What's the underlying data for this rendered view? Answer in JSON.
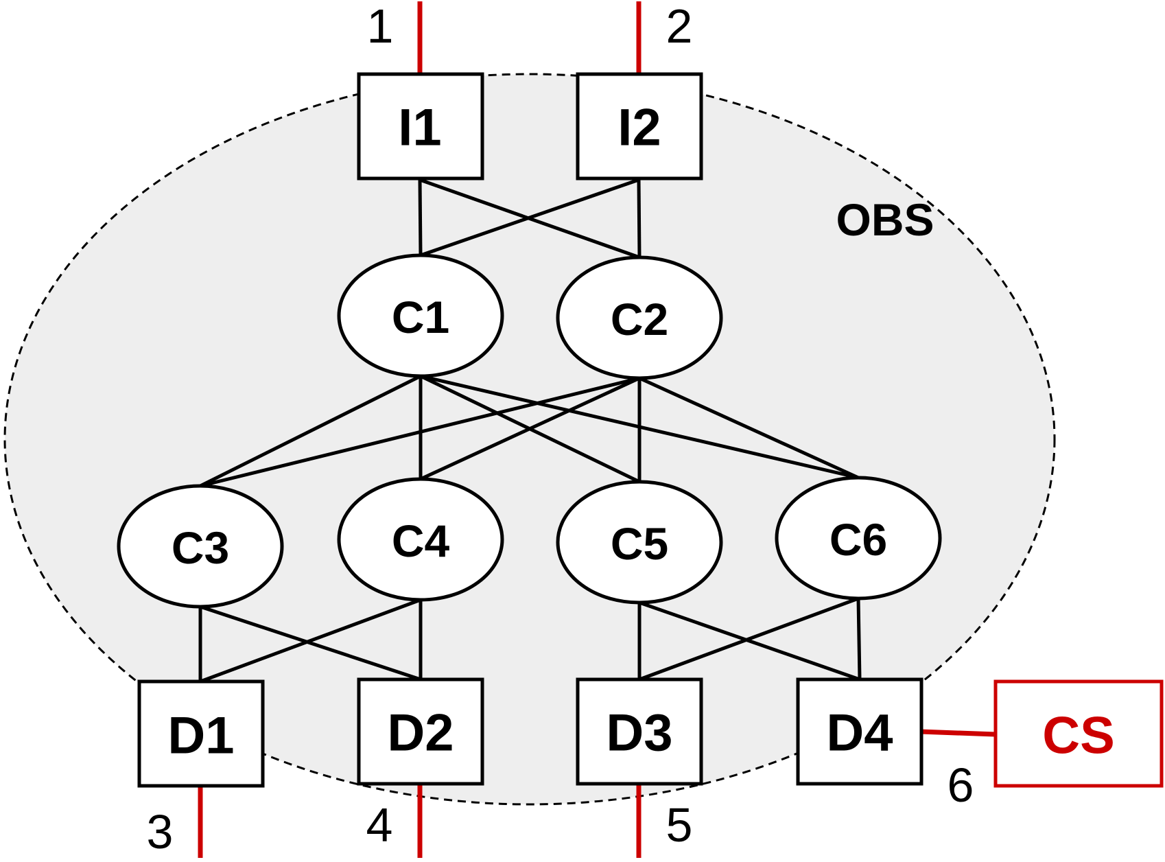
{
  "diagram": {
    "region_label": "OBS",
    "colors": {
      "region_fill": "#eeeeee",
      "line": "#000000",
      "accent": "#cc0000"
    },
    "nodes": {
      "I1": "I1",
      "I2": "I2",
      "C1": "C1",
      "C2": "C2",
      "C3": "C3",
      "C4": "C4",
      "C5": "C5",
      "C6": "C6",
      "D1": "D1",
      "D2": "D2",
      "D3": "D3",
      "D4": "D4",
      "CS": "CS"
    },
    "ports": {
      "p1": "1",
      "p2": "2",
      "p3": "3",
      "p4": "4",
      "p5": "5",
      "p6": "6"
    },
    "edges": [
      [
        "I1",
        "C1"
      ],
      [
        "I1",
        "C2"
      ],
      [
        "I2",
        "C1"
      ],
      [
        "I2",
        "C2"
      ],
      [
        "C1",
        "C3"
      ],
      [
        "C1",
        "C4"
      ],
      [
        "C1",
        "C5"
      ],
      [
        "C1",
        "C6"
      ],
      [
        "C2",
        "C3"
      ],
      [
        "C2",
        "C4"
      ],
      [
        "C2",
        "C5"
      ],
      [
        "C2",
        "C6"
      ],
      [
        "C3",
        "D1"
      ],
      [
        "C3",
        "D2"
      ],
      [
        "C4",
        "D1"
      ],
      [
        "C4",
        "D2"
      ],
      [
        "C5",
        "D3"
      ],
      [
        "C5",
        "D4"
      ],
      [
        "C6",
        "D3"
      ],
      [
        "C6",
        "D4"
      ]
    ]
  }
}
